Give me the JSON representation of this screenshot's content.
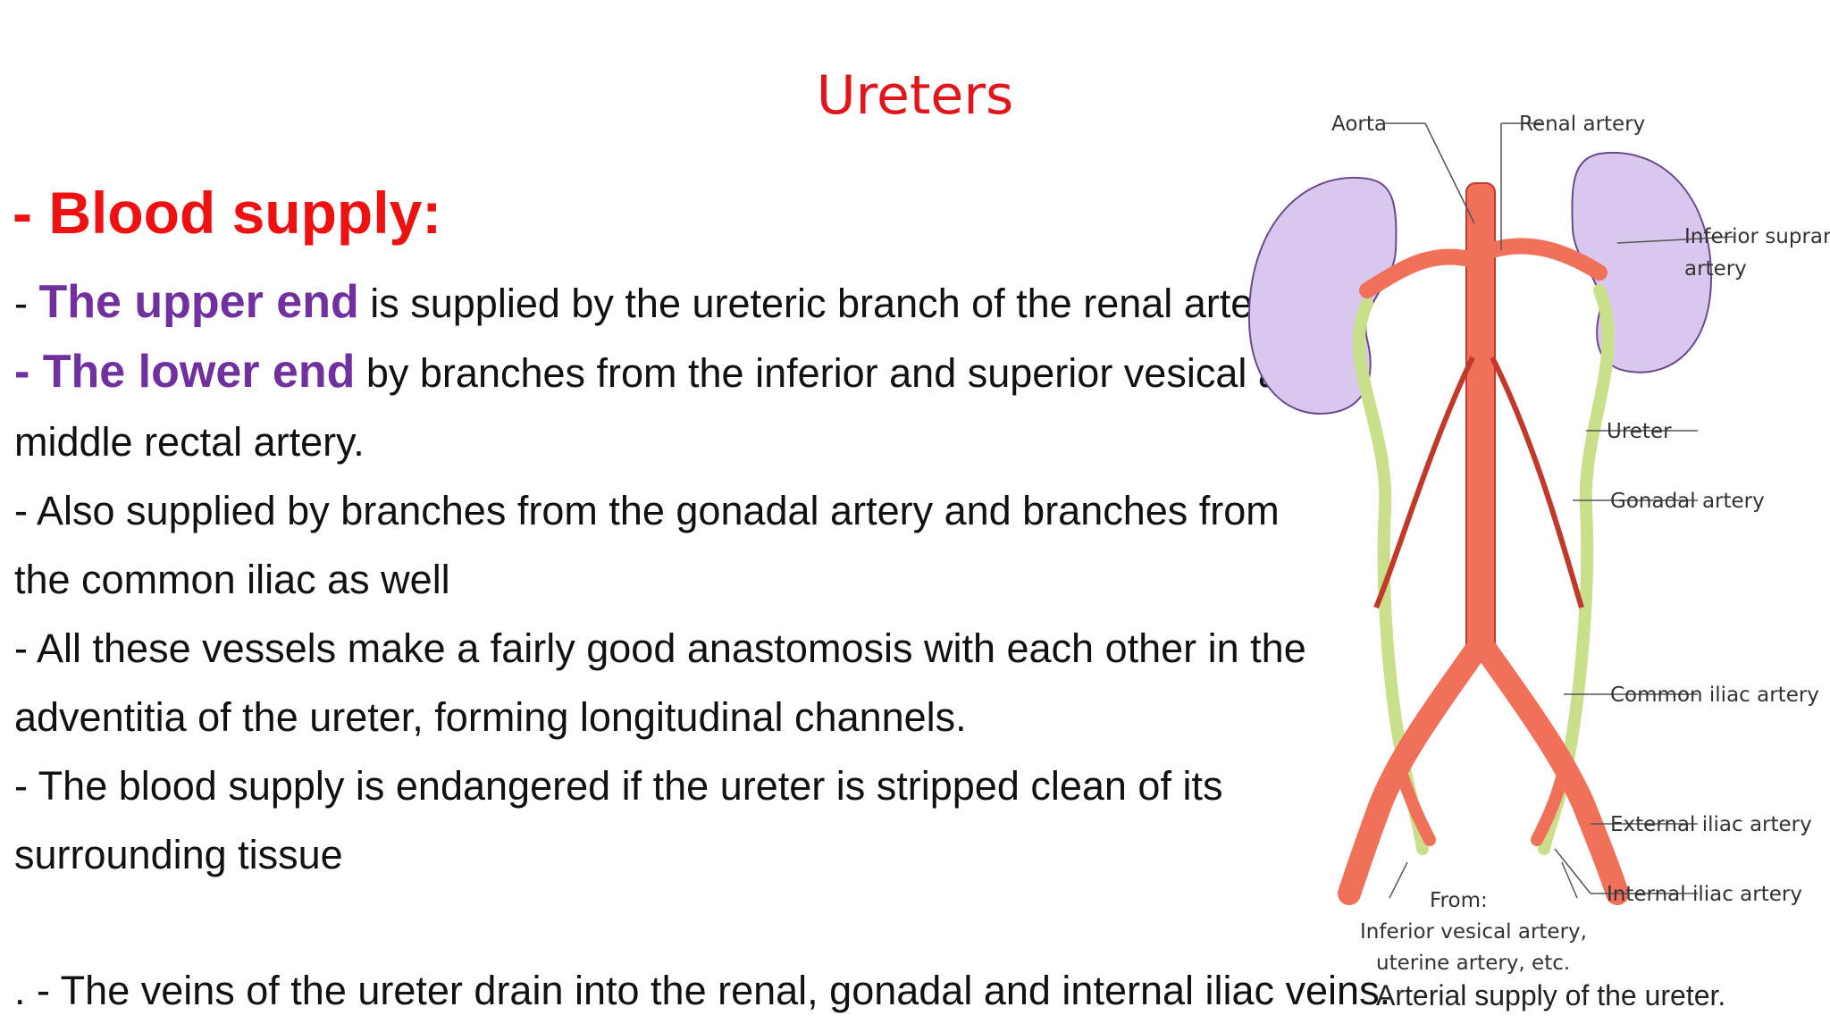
{
  "slide": {
    "title": "Ureters",
    "heading": "- Blood supply:",
    "p1_prefix": "- ",
    "p1_emph": "The upper end",
    "p1_rest": " is supplied by the ureteric branch of the renal artery.",
    "p2_emph": " - The lower end",
    "p2_rest": " by branches from the inferior and superior vesical and middle rectal artery.",
    "p3": "- Also supplied by branches from the gonadal artery and branches from the common iliac as well",
    "p4": "- All these vessels make a fairly good anastomosis with each other in the adventitia of the ureter, forming longitudinal channels.",
    "p5": "- The blood supply is endangered if the ureter is stripped clean of its surrounding tissue",
    "p6": ". - The veins of the ureter drain into the renal, gonadal and internal iliac veins."
  },
  "figure": {
    "labels": {
      "aorta": "Aorta",
      "renal_artery": "Renal artery",
      "inferior_suprarenal_1": "Inferior suprarenal",
      "inferior_suprarenal_2": "artery",
      "ureter": "Ureter",
      "gonadal_artery": "Gonadal artery",
      "common_iliac": "Common iliac artery",
      "external_iliac": "External iliac artery",
      "internal_iliac": "Internal iliac artery",
      "from": "From:",
      "from_line2": "Inferior vesical artery,",
      "from_line3": "uterine artery, etc."
    },
    "caption": "Arterial supply of the ureter.",
    "colors": {
      "artery": "#f0705a",
      "artery_dark": "#c0392b",
      "kidney": "#d9c8ee",
      "ureter": "#c9df8a"
    }
  }
}
